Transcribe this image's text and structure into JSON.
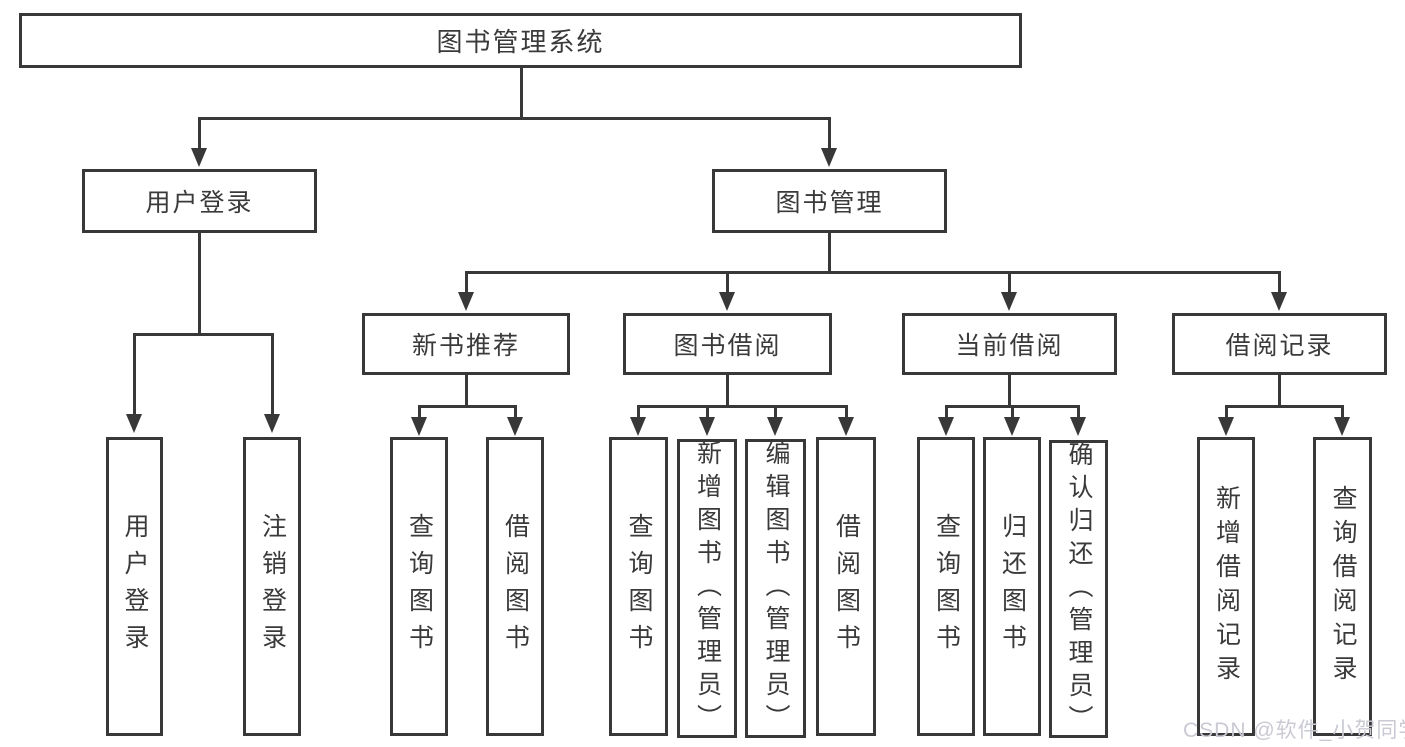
{
  "tree": {
    "label": "图书管理系统",
    "children": [
      {
        "label": "用户登录",
        "children": [
          {
            "label": "用户登录"
          },
          {
            "label": "注销登录"
          }
        ]
      },
      {
        "label": "图书管理",
        "children": [
          {
            "label": "新书推荐",
            "children": [
              {
                "label": "查询图书"
              },
              {
                "label": "借阅图书"
              }
            ]
          },
          {
            "label": "图书借阅",
            "children": [
              {
                "label": "查询图书"
              },
              {
                "label": "新增图书（管理员）"
              },
              {
                "label": "编辑图书（管理员）"
              },
              {
                "label": "借阅图书"
              }
            ]
          },
          {
            "label": "当前借阅",
            "children": [
              {
                "label": "查询图书"
              },
              {
                "label": "归还图书"
              },
              {
                "label": "确认归还（管理员）"
              }
            ]
          },
          {
            "label": "借阅记录",
            "children": [
              {
                "label": "新增借阅记录"
              },
              {
                "label": "查询借阅记录"
              }
            ]
          }
        ]
      }
    ]
  },
  "watermark": {
    "text": "CSDN @软件_小贺同学"
  },
  "colors": {
    "line": "#383838",
    "text": "#3a3a3a",
    "background": "#ffffff",
    "watermark": "#c9cad3"
  }
}
